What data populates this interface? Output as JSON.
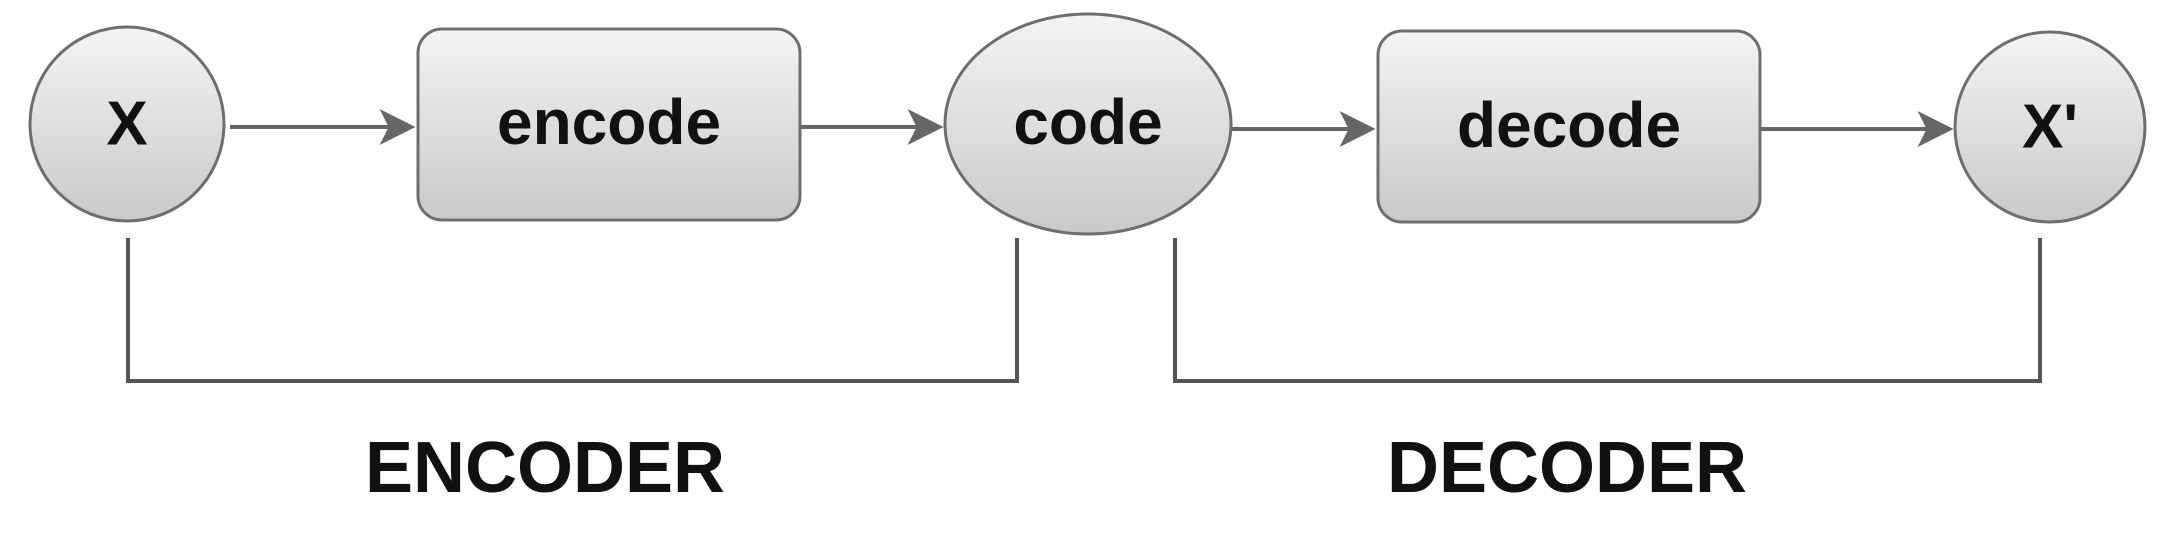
{
  "nodes": {
    "input": {
      "label": "X"
    },
    "encode": {
      "label": "encode"
    },
    "code": {
      "label": "code"
    },
    "decode": {
      "label": "decode"
    },
    "output": {
      "label": "X'"
    }
  },
  "groups": {
    "encoder": {
      "label": "ENCODER"
    },
    "decoder": {
      "label": "DECODER"
    }
  },
  "colors": {
    "node_fill_light": "#f4f4f4",
    "node_fill_dark": "#c9c9c9",
    "node_stroke": "#6e6e6e",
    "edge": "#666666",
    "text": "#111111"
  }
}
